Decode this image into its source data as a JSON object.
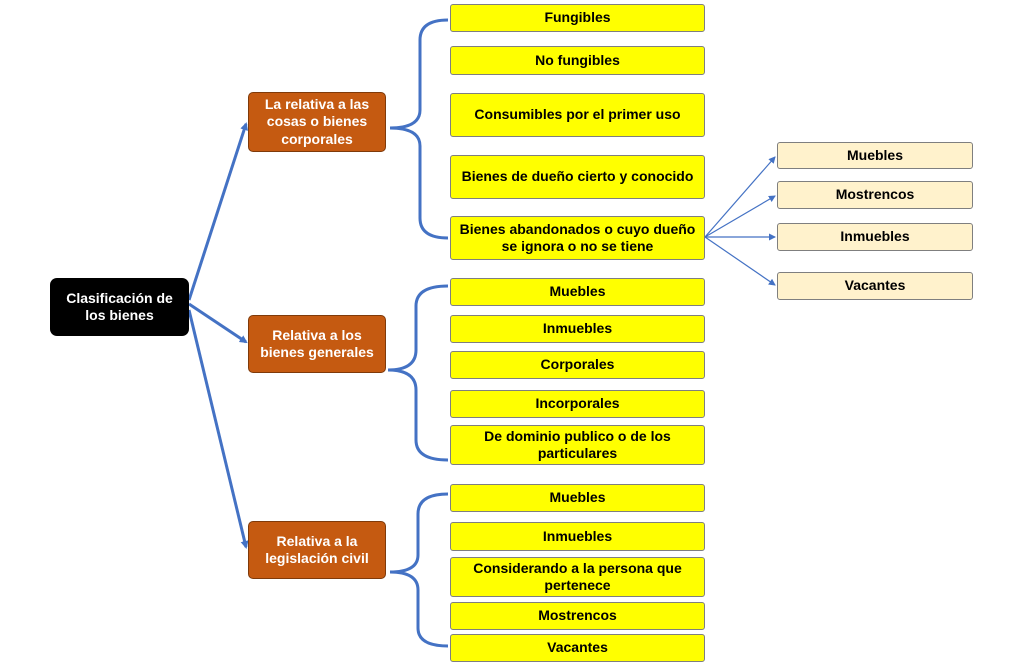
{
  "diagram": {
    "root": {
      "label": "Clasificación de los bienes"
    },
    "categories": [
      {
        "label": "La relativa a las cosas o bienes corporales",
        "items": [
          "Fungibles",
          "No fungibles",
          "Consumibles por el primer uso",
          "Bienes de dueño cierto y conocido",
          "Bienes abandonados o cuyo dueño se ignora o no se tiene"
        ],
        "subitems": [
          "Muebles",
          "Mostrencos",
          "Inmuebles",
          "Vacantes"
        ]
      },
      {
        "label": "Relativa a los bienes generales",
        "items": [
          "Muebles",
          "Inmuebles",
          "Corporales",
          "Incorporales",
          "De dominio publico o de los particulares"
        ]
      },
      {
        "label": "Relativa a la legislación civil",
        "items": [
          "Muebles",
          "Inmuebles",
          "Considerando a la persona que pertenece",
          "Mostrencos",
          "Vacantes"
        ]
      }
    ],
    "colors": {
      "root": "#000000",
      "category": "#c55a11",
      "item": "#ffff00",
      "subitem": "#fff2cc",
      "connector": "#4472c4"
    }
  }
}
